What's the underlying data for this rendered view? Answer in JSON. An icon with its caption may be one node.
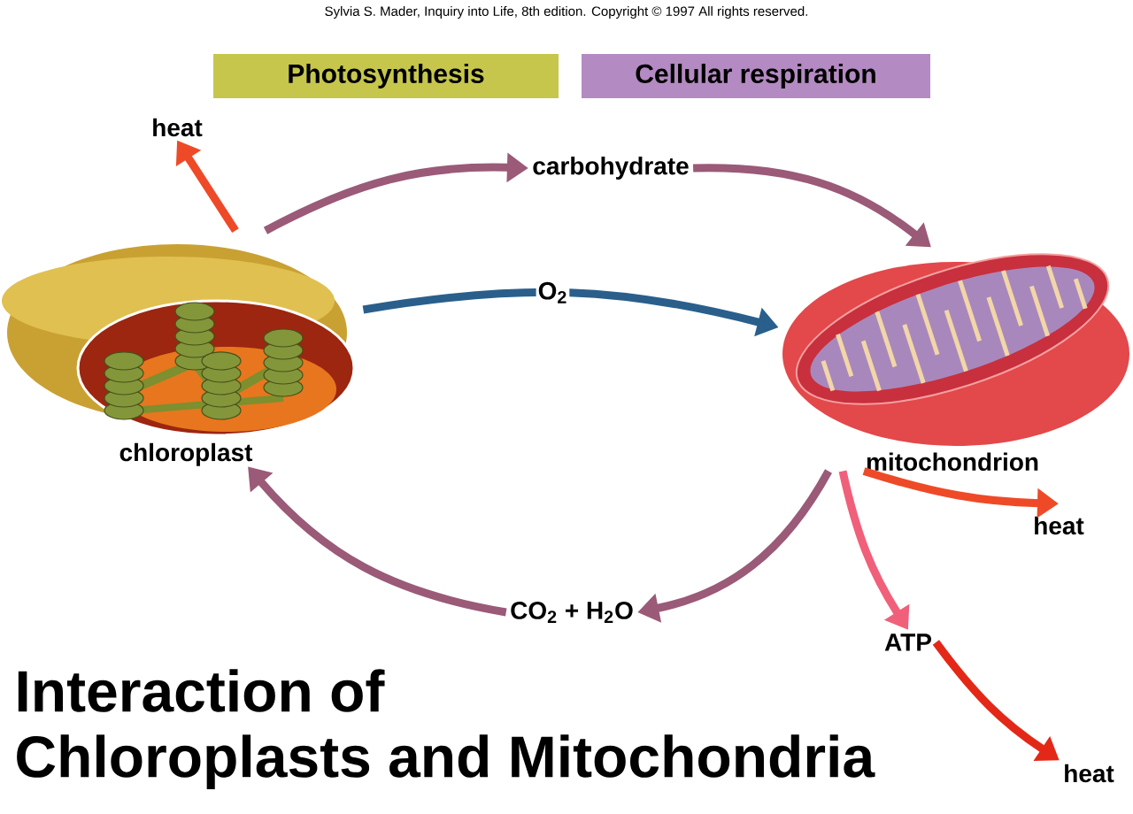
{
  "diagram": {
    "title": "Interaction of Chloroplasts and Mitochondria",
    "nodes": [
      {
        "text": [
          "Photosynthesis"
        ]
      },
      {
        "text": [
          "Cellular respiration"
        ]
      },
      {
        "text": [
          "chloroplast"
        ]
      },
      {
        "text": [
          "heat"
        ]
      },
      {
        "text": [
          "carbohydrate"
        ]
      },
      {
        "text": [
          "mitochondrion"
        ]
      },
      {
        "text": [
          "heat"
        ]
      },
      {
        "text": [
          "CO$_{2}$ + H$_{2}$O"
        ]
      },
      {
        "text": [
          "ATP"
        ]
      },
      {
        "text": [
          "heat"
        ]
      }
    ],
    "edges": [
      {
        "from": 2,
        "to": 3,
        "arrow": "to",
        "color": "#ee4a28"
      },
      {
        "from": 2,
        "to": 4,
        "arrow": "to"
      },
      {
        "from": 2,
        "to": 5,
        "arrow": "to",
        "label": "O$_{2}$",
        "color": "#2a5f8c"
      },
      {
        "from": 4,
        "to": 5,
        "arrow": "to"
      },
      {
        "from": 5,
        "to": 7,
        "arrow": "to"
      },
      {
        "from": 7,
        "to": 2,
        "arrow": "to"
      },
      {
        "from": 5,
        "to": 6,
        "arrow": "to",
        "color": "#ee4a28"
      },
      {
        "from": 5,
        "to": 8,
        "arrow": "to",
        "color": "#f0607a"
      },
      {
        "from": 8,
        "to": 9,
        "arrow": "to",
        "color": "#e42818"
      }
    ],
    "labels": [
      "Sylvia S. Mader, Inquiry into Life, 8th edition. Copyright © 1997 All rights reserved."
    ]
  }
}
